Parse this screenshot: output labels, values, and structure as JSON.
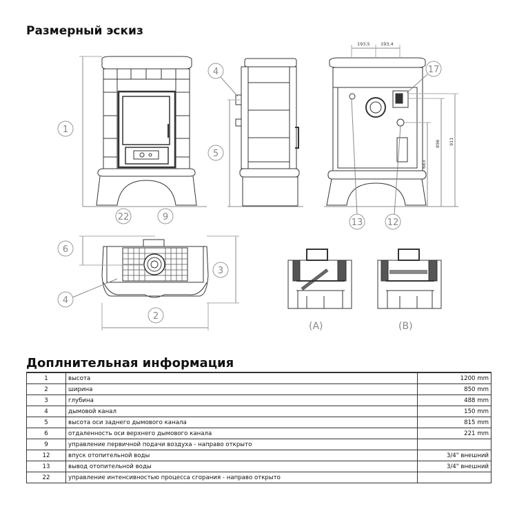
{
  "titles": {
    "sketch": "Размерный эскиз",
    "info": "Доплнительная информация"
  },
  "diagram": {
    "callouts": [
      "1",
      "22",
      "9",
      "4",
      "5",
      "17",
      "13",
      "12",
      "6",
      "3",
      "2"
    ],
    "dim_top_left": "193,5",
    "dim_top_right": "193,4",
    "dim_v1": "896",
    "dim_v2": "911",
    "dim_v3": "683",
    "section_a": "(A)",
    "section_b": "(B)"
  },
  "info_table": {
    "rows": [
      {
        "num": "1",
        "desc": "высота",
        "value": "1200 mm"
      },
      {
        "num": "2",
        "desc": "ширина",
        "value": "850 mm"
      },
      {
        "num": "3",
        "desc": "глубина",
        "value": "488 mm"
      },
      {
        "num": "4",
        "desc": "дымовой канал",
        "value": "150 mm"
      },
      {
        "num": "5",
        "desc": "высота оси заднего дымового канала",
        "value": "815 mm"
      },
      {
        "num": "6",
        "desc": "отдаленность оси верхнего дымового канала",
        "value": "221 mm"
      },
      {
        "num": "9",
        "desc": "управление первичной подачи воздуха - направо открыто",
        "value": ""
      },
      {
        "num": "12",
        "desc": "впуск отопительной воды",
        "value": "3/4\" внешний"
      },
      {
        "num": "13",
        "desc": "вывод отопительной воды",
        "value": "3/4\" внешний"
      },
      {
        "num": "22",
        "desc": "управление интенсивностью процесса сгорания - направо открыто",
        "value": ""
      }
    ]
  }
}
